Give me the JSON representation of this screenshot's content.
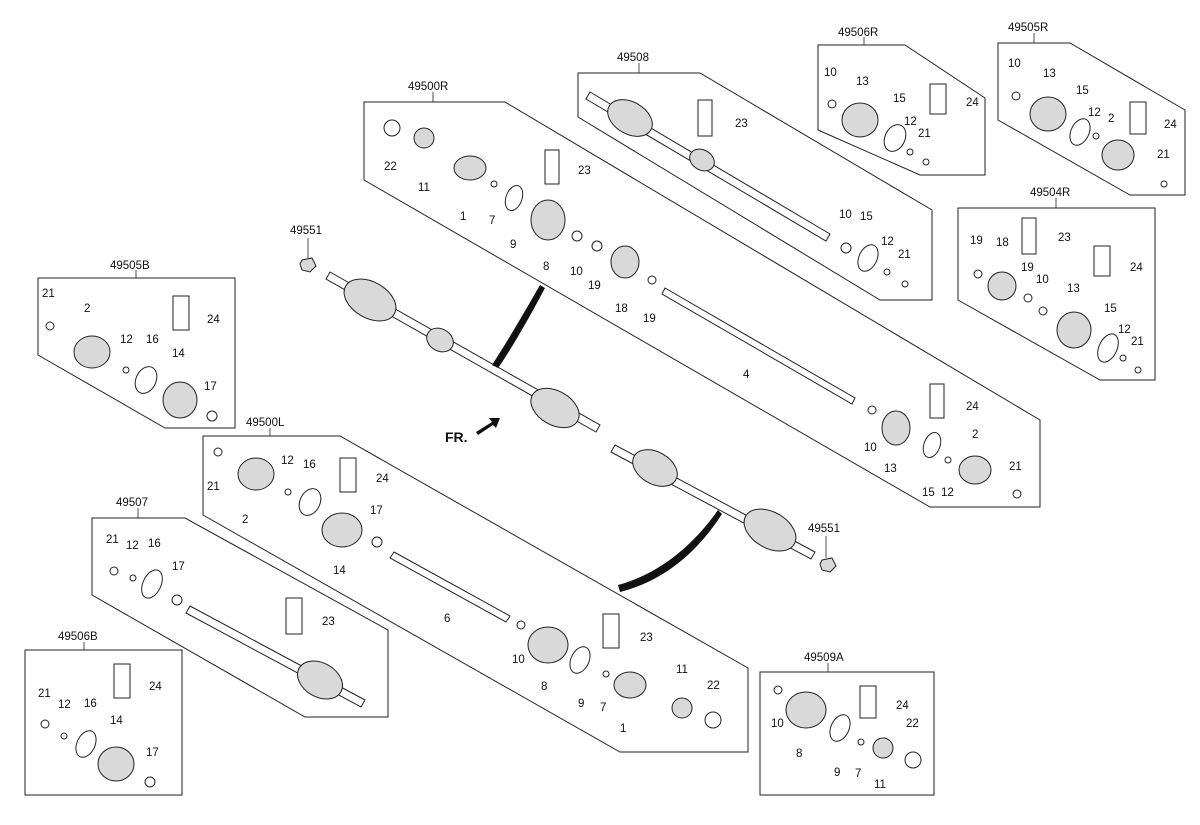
{
  "diagram": {
    "groups": [
      {
        "id": "49500R",
        "label": "49500R"
      },
      {
        "id": "49508",
        "label": "49508"
      },
      {
        "id": "49506R",
        "label": "49506R"
      },
      {
        "id": "49505R",
        "label": "49505R"
      },
      {
        "id": "49504R",
        "label": "49504R"
      },
      {
        "id": "49505B",
        "label": "49505B"
      },
      {
        "id": "49500L",
        "label": "49500L"
      },
      {
        "id": "49507",
        "label": "49507"
      },
      {
        "id": "49506B",
        "label": "49506B"
      },
      {
        "id": "49509A",
        "label": "49509A"
      }
    ],
    "standalone_labels": {
      "nut_top": "49551",
      "nut_bottom": "49551",
      "front_marker": "FR."
    },
    "part_numbers": {
      "n1": "1",
      "n2": "2",
      "n4": "4",
      "n6": "6",
      "n7": "7",
      "n8": "8",
      "n9": "9",
      "n10": "10",
      "n11": "11",
      "n12": "12",
      "n13": "13",
      "n14": "14",
      "n15": "15",
      "n16": "16",
      "n17": "17",
      "n18": "18",
      "n19": "19",
      "n21": "21",
      "n22": "22",
      "n23": "23",
      "n24": "24"
    }
  }
}
